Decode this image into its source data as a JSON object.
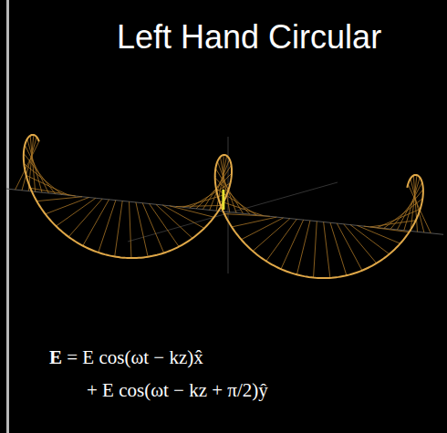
{
  "diagram": {
    "title": "Left Hand Circular",
    "labels": [
      "E = E cos(ωt − kz)x̂",
      "+ E cos(ωt − kz + π/2)ŷ"
    ]
  }
}
